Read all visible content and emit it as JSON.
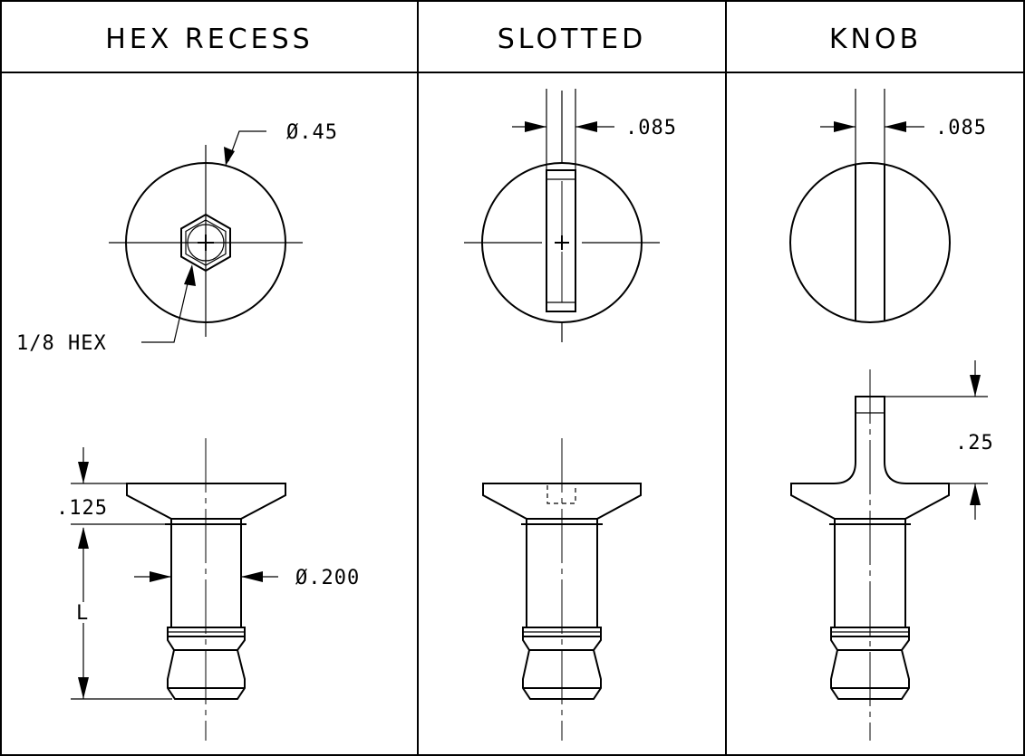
{
  "headers": {
    "hex": "HEX RECESS",
    "slotted": "SLOTTED",
    "knob": "KNOB"
  },
  "dims": {
    "head_dia": "Ø.45",
    "hex_size": "1/8 HEX",
    "head_thk": ".125",
    "length": "L",
    "shank_dia": "Ø.200",
    "slot_w_slotted": ".085",
    "slot_w_knob": ".085",
    "knob_h": ".25"
  }
}
